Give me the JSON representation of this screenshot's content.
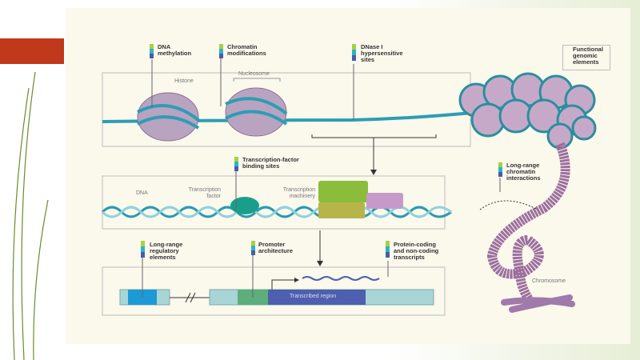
{
  "labels": {
    "dna_methylation": "DNA\nmethylation",
    "chromatin_modifications": "Chromatin\nmodifications",
    "dnase": "DNase I\nhypersensitive\nsites",
    "functional": "Functional\ngenomic\nelements",
    "tf_binding": "Transcription-factor\nbinding sites",
    "long_range_chromatin": "Long-range\nchromatin\ninteractions",
    "long_range_regulatory": "Long-range\nregulatory\nelements",
    "promoter": "Promoter\narchitecture",
    "transcripts": "Protein-coding\nand non-coding\ntranscripts"
  },
  "captions": {
    "histone": "Histone",
    "nucleosome": "Nucleosome",
    "dna": "DNA",
    "transcription_factor": "Transcription\nfactor",
    "transcription_machinery": "Transcription\nmachinery",
    "transcribed_region": "Transcribed region",
    "chromosome": "Chromosome"
  },
  "colors": {
    "green": "#a8cf45",
    "teal": "#2fb3c6",
    "blue": "#4a5bab",
    "accent": "#c0391b"
  }
}
